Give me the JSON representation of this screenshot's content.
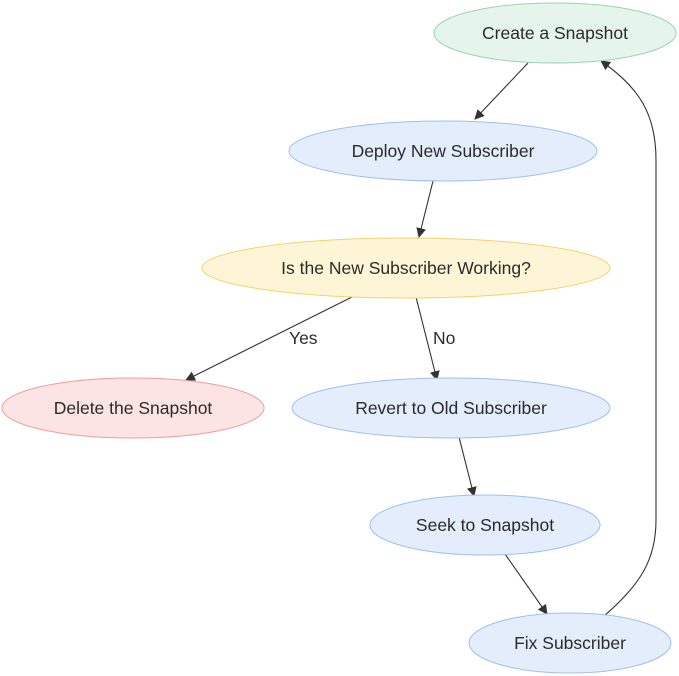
{
  "nodes": {
    "create_snapshot": {
      "label": "Create a Snapshot",
      "fill": "#e6f5ec",
      "stroke": "#9ad3b0"
    },
    "deploy_new_subscriber": {
      "label": "Deploy New Subscriber",
      "fill": "#e3edfb",
      "stroke": "#9fc0ee"
    },
    "is_working": {
      "label": "Is the New Subscriber Working?",
      "fill": "#fdf5d6",
      "stroke": "#f1d46a"
    },
    "delete_snapshot": {
      "label": "Delete the Snapshot",
      "fill": "#fde4e4",
      "stroke": "#f19c9c"
    },
    "revert_old_subscriber": {
      "label": "Revert to Old Subscriber",
      "fill": "#e3edfb",
      "stroke": "#9fc0ee"
    },
    "seek_to_snapshot": {
      "label": "Seek to Snapshot",
      "fill": "#e3edfb",
      "stroke": "#9fc0ee"
    },
    "fix_subscriber": {
      "label": "Fix Subscriber",
      "fill": "#e3edfb",
      "stroke": "#9fc0ee"
    }
  },
  "edges": {
    "yes_label": "Yes",
    "no_label": "No"
  }
}
